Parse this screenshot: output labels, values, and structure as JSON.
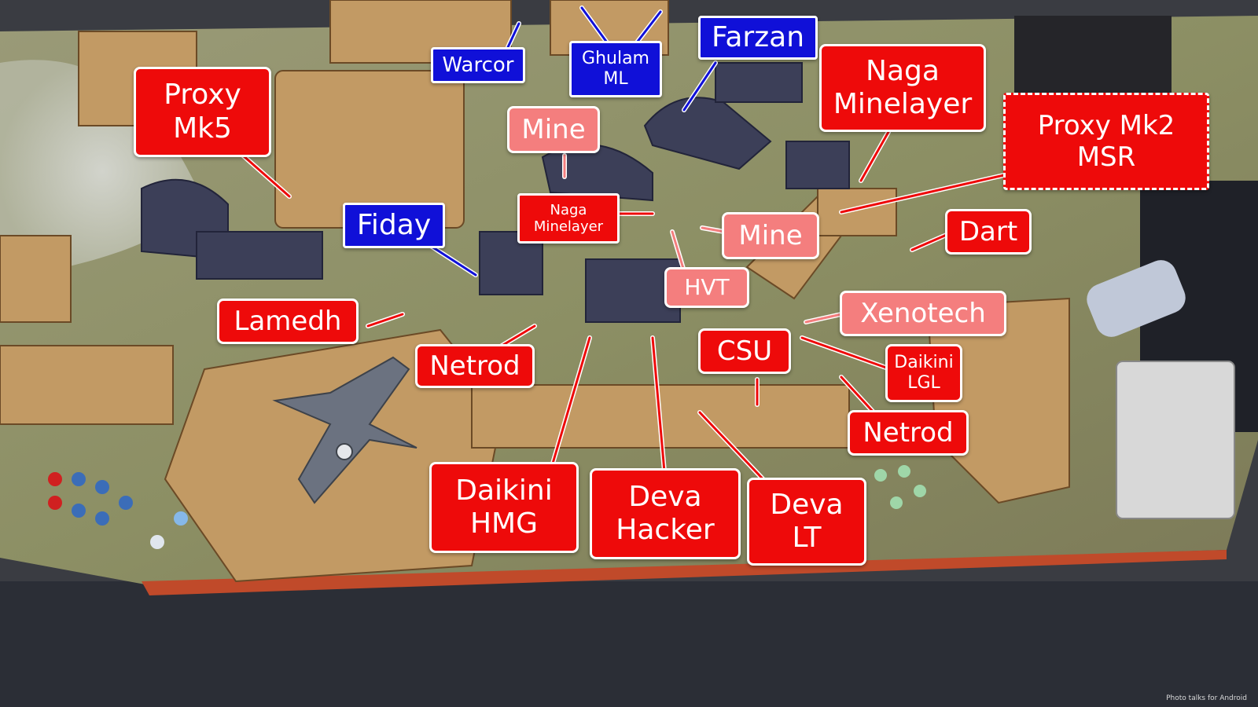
{
  "photo": {
    "description_icon": "photo-icon",
    "callout_red": "#ee0a0a",
    "callout_pink": "#f47e7e",
    "callout_blue": "#1010d8"
  },
  "labels": {
    "proxy_mk5": "Proxy\nMk5",
    "warcor": "Warcor",
    "ghulam_ml": "Ghulam\nML",
    "farzan": "Farzan",
    "naga_minelayer_top": "Naga\nMinelayer",
    "proxy_mk2_msr": "Proxy Mk2\nMSR",
    "mine_top": "Mine",
    "naga_minelayer_small": "Naga\nMinelayer",
    "fiday": "Fiday",
    "mine_right": "Mine",
    "dart": "Dart",
    "hvt": "HVT",
    "lamedh": "Lamedh",
    "xenotech": "Xenotech",
    "csu": "CSU",
    "netrod_left": "Netrod",
    "daikini_lgl": "Daikini\nLGL",
    "netrod_right": "Netrod",
    "daikini_hmg": "Daikini\nHMG",
    "deva_hacker": "Deva\nHacker",
    "deva_lt": "Deva\nLT"
  },
  "credit": "Photo talks for Android"
}
